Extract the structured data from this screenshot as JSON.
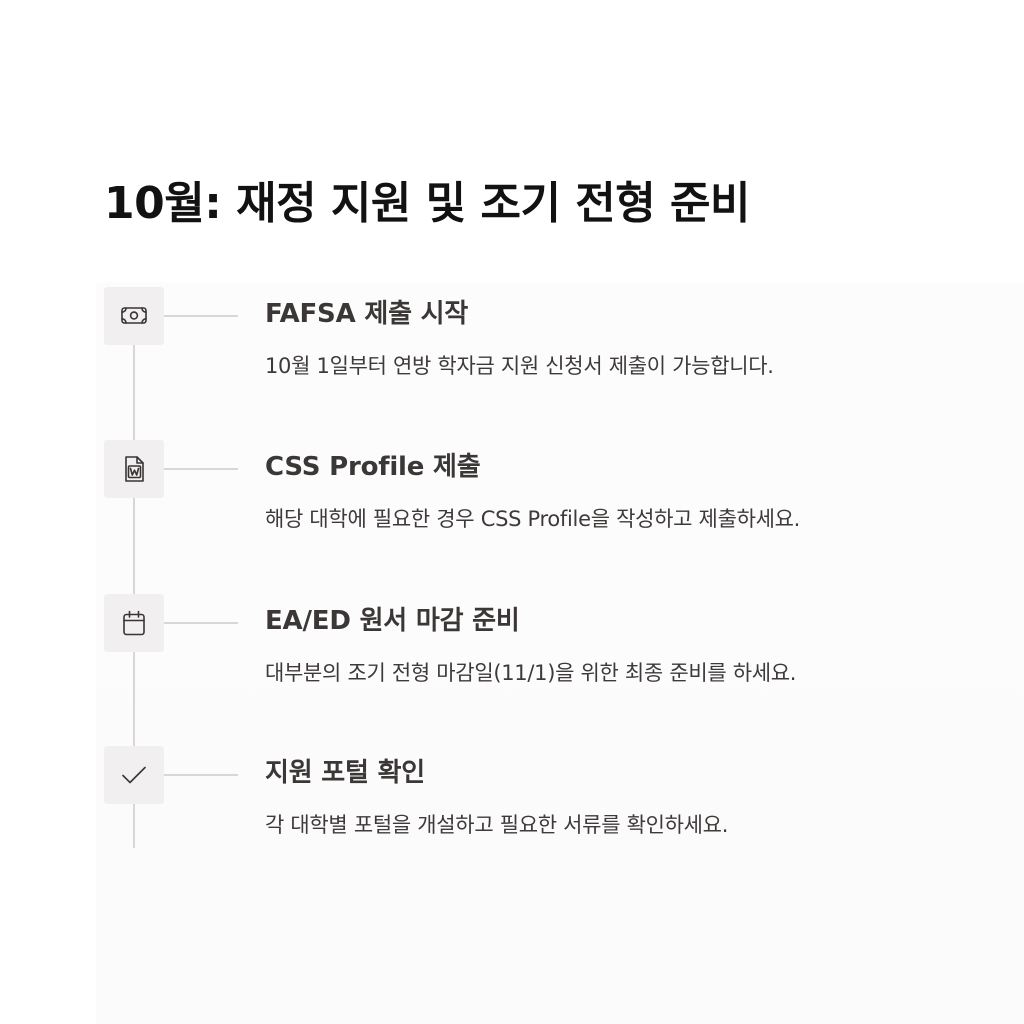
{
  "page": {
    "title": "10월: 재정 지원 및 조기 전형 준비"
  },
  "steps": [
    {
      "icon": "money-icon",
      "title": "FAFSA 제출 시작",
      "description": "10월 1일부터 연방 학자금 지원 신청서 제출이 가능합니다."
    },
    {
      "icon": "word-document-icon",
      "title": "CSS Profile 제출",
      "description": "해당 대학에 필요한 경우 CSS Profile을 작성하고 제출하세요."
    },
    {
      "icon": "calendar-icon",
      "title": "EA/ED 원서 마감 준비",
      "description": "대부분의 조기 전형 마감일(11/1)을 위한 최종 준비를 하세요."
    },
    {
      "icon": "checkmark-icon",
      "title": "지원 포털 확인",
      "description": "각 대학별 포털을 개설하고 필요한 서류를 확인하세요."
    }
  ],
  "colors": {
    "title": "#121212",
    "step_title": "#3b3737",
    "description": "#3e3a3a",
    "icon_stroke": "#3a3535",
    "icon_background": "#f1efef",
    "line": "#d8d6d6"
  }
}
